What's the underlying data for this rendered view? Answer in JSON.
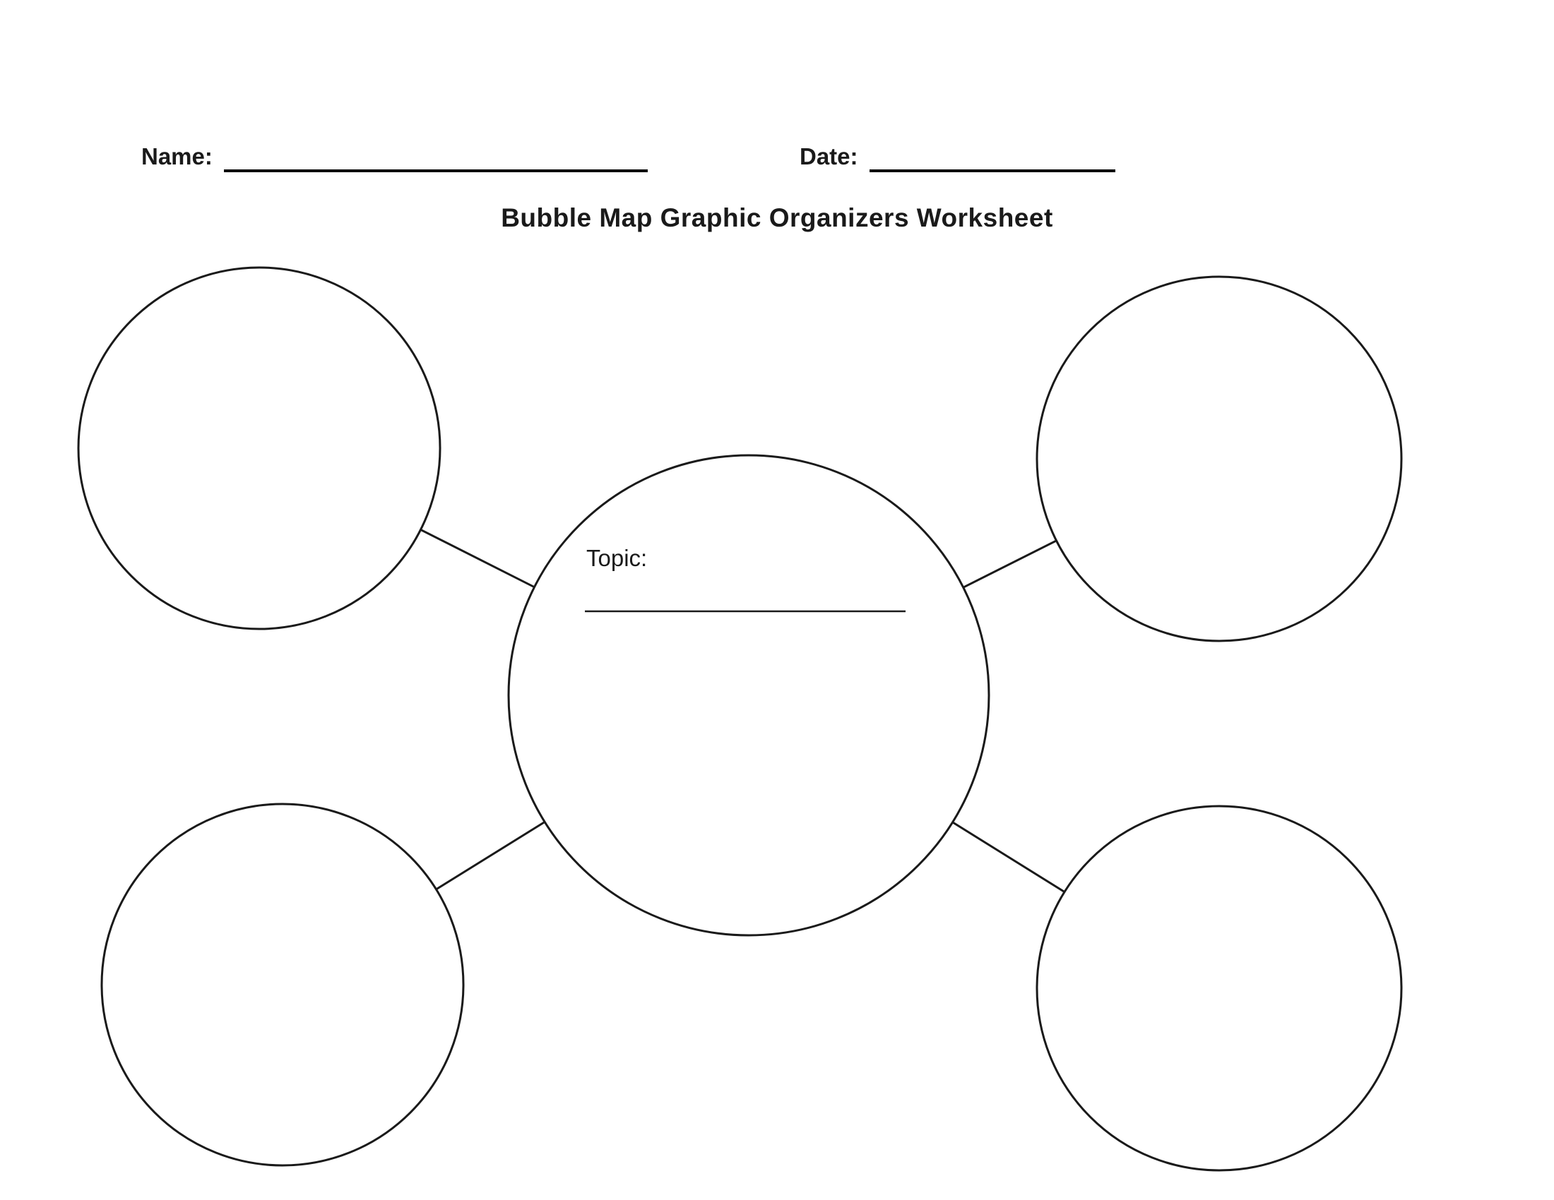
{
  "page": {
    "title": "Bubble Map Graphic Organizers Worksheet"
  },
  "header": {
    "name_label": "Name:",
    "date_label": "Date:"
  },
  "diagram": {
    "topic_label": "Topic:"
  },
  "colors": {
    "ink": "#1a1a1a",
    "background": "#ffffff"
  }
}
